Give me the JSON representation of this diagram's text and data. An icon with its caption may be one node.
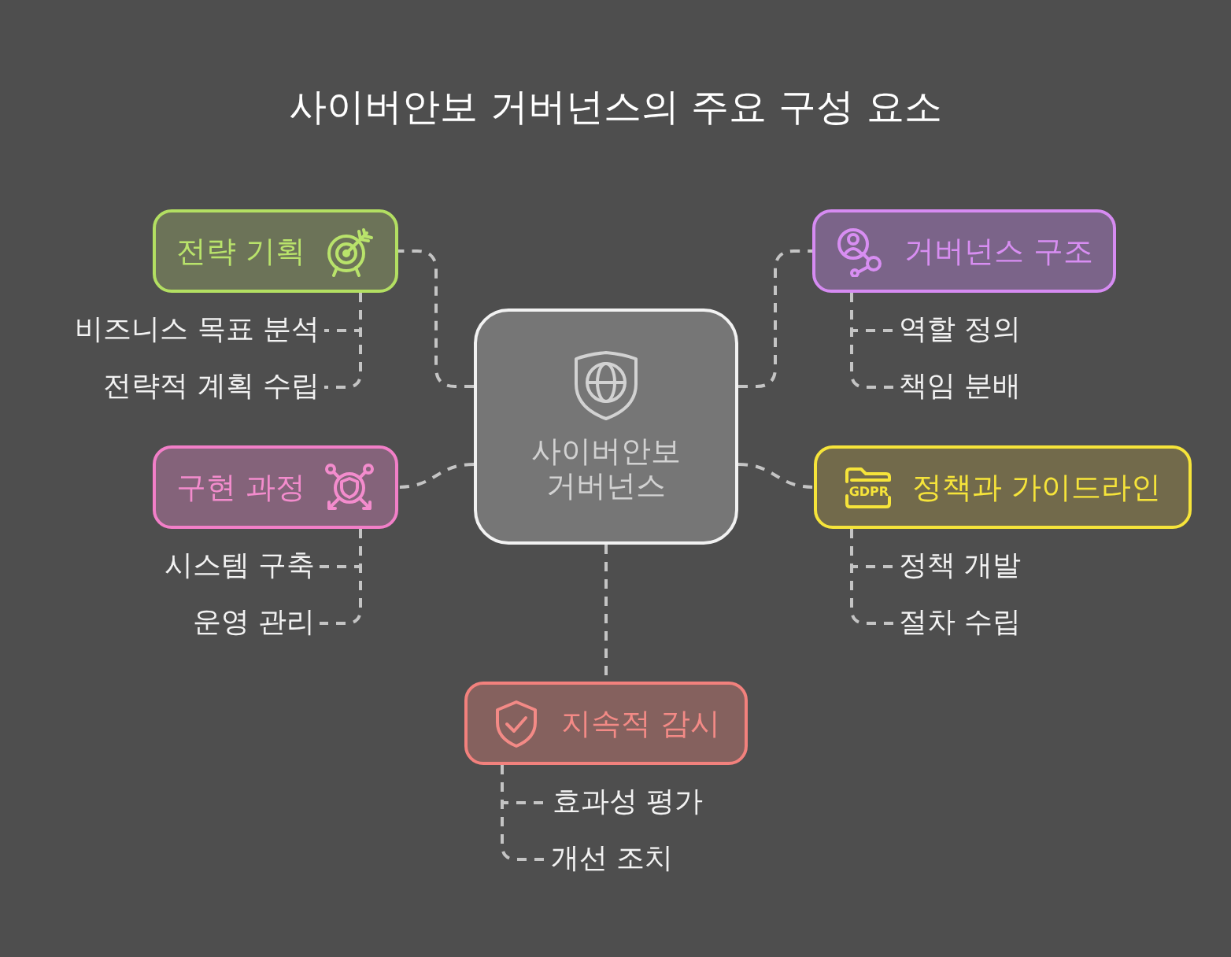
{
  "diagram": {
    "title": "사이버안보 거버넌스의 주요 구성 요소",
    "nodes": [
      {
        "text": [
          "사이버안보 거버넌스"
        ]
      },
      {
        "text": [
          "전략 기획"
        ]
      },
      {
        "text": [
          "비즈니스 목표 분석"
        ]
      },
      {
        "text": [
          "전략적 계획 수립"
        ]
      },
      {
        "text": [
          "거버넌스 구조"
        ]
      },
      {
        "text": [
          "역할 정의"
        ]
      },
      {
        "text": [
          "책임 분배"
        ]
      },
      {
        "text": [
          "구현 과정"
        ]
      },
      {
        "text": [
          "시스템 구축"
        ]
      },
      {
        "text": [
          "운영 관리"
        ]
      },
      {
        "text": [
          "정책과 가이드라인"
        ]
      },
      {
        "text": [
          "정책 개발"
        ]
      },
      {
        "text": [
          "절차 수립"
        ]
      },
      {
        "text": [
          "지속적 감시"
        ]
      },
      {
        "text": [
          "효과성 평가"
        ]
      },
      {
        "text": [
          "개선 조치"
        ]
      }
    ],
    "edges": [
      {
        "from": 0,
        "to": 1,
        "arrow": "none",
        "style": "dashed"
      },
      {
        "from": 0,
        "to": 4,
        "arrow": "none",
        "style": "dashed"
      },
      {
        "from": 0,
        "to": 7,
        "arrow": "none",
        "style": "dashed"
      },
      {
        "from": 0,
        "to": 10,
        "arrow": "none",
        "style": "dashed"
      },
      {
        "from": 0,
        "to": 13,
        "arrow": "none",
        "style": "dashed"
      },
      {
        "from": 1,
        "to": 2,
        "arrow": "none",
        "style": "dashed"
      },
      {
        "from": 1,
        "to": 3,
        "arrow": "none",
        "style": "dashed"
      },
      {
        "from": 4,
        "to": 5,
        "arrow": "none",
        "style": "dashed"
      },
      {
        "from": 4,
        "to": 6,
        "arrow": "none",
        "style": "dashed"
      },
      {
        "from": 7,
        "to": 8,
        "arrow": "none",
        "style": "dashed"
      },
      {
        "from": 7,
        "to": 9,
        "arrow": "none",
        "style": "dashed"
      },
      {
        "from": 10,
        "to": 11,
        "arrow": "none",
        "style": "dashed"
      },
      {
        "from": 10,
        "to": 12,
        "arrow": "none",
        "style": "dashed"
      },
      {
        "from": 13,
        "to": 14,
        "arrow": "none",
        "style": "dashed"
      },
      {
        "from": 13,
        "to": 15,
        "arrow": "none",
        "style": "dashed"
      }
    ],
    "labels": [
      "GDPR"
    ]
  }
}
